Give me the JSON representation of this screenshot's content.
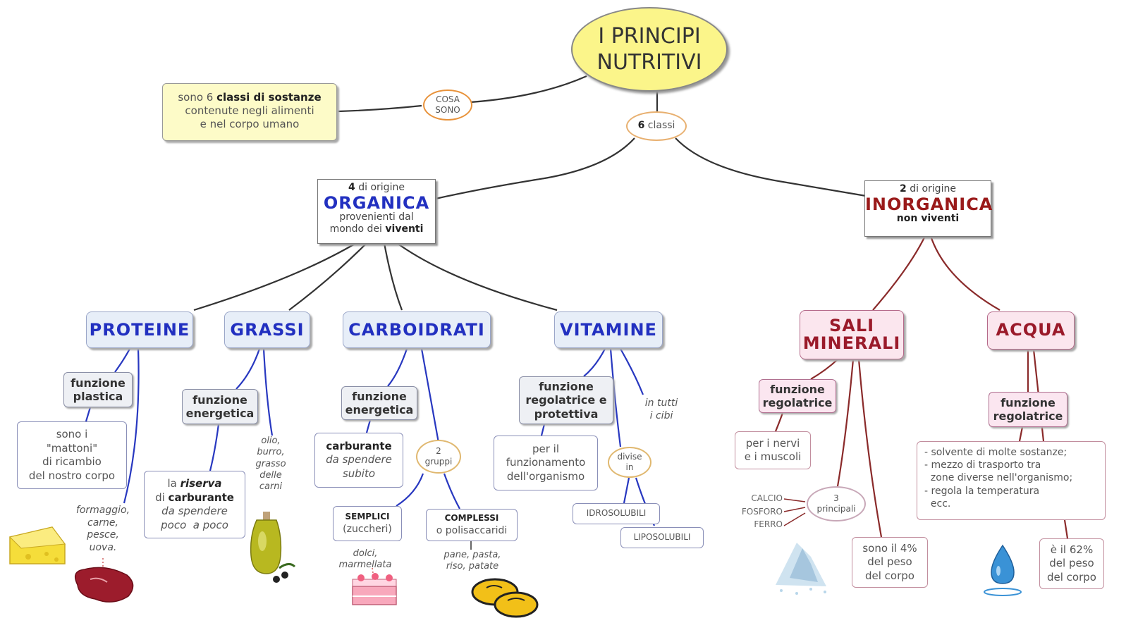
{
  "root": {
    "line1": "I PRINCIPI",
    "line2": "NUTRITIVI"
  },
  "definition": {
    "pre": "sono 6 ",
    "bold": "classi di sostanze",
    "line2": "contenute negli alimenti",
    "line3": "e nel corpo umano"
  },
  "cosa_sono": {
    "line1": "COSA",
    "line2": "SONO"
  },
  "classi_link": {
    "bold": "6",
    "text": " classi"
  },
  "organica": {
    "count": "4",
    "origin": " di origine",
    "title": "ORGANICA",
    "line1": "provenienti dal",
    "line2_pre": "mondo dei ",
    "line2_bold": "viventi"
  },
  "inorganica": {
    "count": "2",
    "origin": " di origine",
    "title": "INORGANICA",
    "sub": "non viventi"
  },
  "proteine": {
    "title": "PROTEINE",
    "func_line1": "funzione",
    "func_line2": "plastica",
    "desc": [
      "sono i",
      "\"mattoni\"",
      "di ricambio",
      "del nostro corpo"
    ],
    "foods": [
      "formaggio,",
      "carne,",
      "pesce,",
      "uova."
    ]
  },
  "grassi": {
    "title": "GRASSI",
    "func_line1": "funzione",
    "func_line2": "energetica",
    "desc_pre": "la ",
    "desc_em": "riserva",
    "desc_line2_pre": "di ",
    "desc_line2_bold": "carburante",
    "desc_line3": "da spendere",
    "desc_line4": "poco  a poco",
    "foods": [
      "olio,",
      "burro,",
      "grasso",
      "delle",
      "carni"
    ]
  },
  "carboidrati": {
    "title": "CARBOIDRATI",
    "func_line1": "funzione",
    "func_line2": "energetica",
    "carb_bold": "carburante",
    "carb_line2": "da spendere",
    "carb_line3": "subito",
    "gruppi": [
      "2",
      "gruppi"
    ],
    "semplici": [
      "SEMPLICI",
      "(zuccheri)"
    ],
    "complessi": [
      "COMPLESSI",
      "o polisaccaridi"
    ],
    "foods_semplici": [
      "dolci,",
      "marmellata"
    ],
    "foods_complessi": [
      "pane, pasta,",
      "riso, patate"
    ]
  },
  "vitamine": {
    "title": "VITAMINE",
    "func": [
      "funzione",
      "regolatrice e",
      "protettiva"
    ],
    "desc": [
      "per il",
      "funzionamento",
      "dell'organismo"
    ],
    "divise": [
      "divise",
      "in"
    ],
    "idro": "IDROSOLUBILI",
    "lipo": "LIPOSOLUBILI",
    "foods": [
      "in tutti",
      "i cibi"
    ]
  },
  "sali": {
    "title1": "SALI",
    "title2": "MINERALI",
    "func": [
      "funzione",
      "regolatrice"
    ],
    "desc": [
      "per i nervi",
      "e i muscoli"
    ],
    "principali": [
      "3",
      "principali"
    ],
    "minerals": [
      "CALCIO",
      "FOSFORO",
      "FERRO"
    ],
    "peso": [
      "sono il 4%",
      "del peso",
      "del corpo"
    ]
  },
  "acqua": {
    "title": "ACQUA",
    "func": [
      "funzione",
      "regolatrice"
    ],
    "list": [
      "- solvente di molte sostanze;",
      "- mezzo di trasporto tra",
      "  zone diverse nell'organismo;",
      "- regola la temperatura",
      "  ecc."
    ],
    "peso": [
      "è il 62%",
      "del peso",
      "del corpo"
    ]
  },
  "colors": {
    "root_fill": "#fbf58a",
    "organic": "#2230c0",
    "inorganic": "#9a1a1a",
    "link_orange": "#e8923a"
  }
}
